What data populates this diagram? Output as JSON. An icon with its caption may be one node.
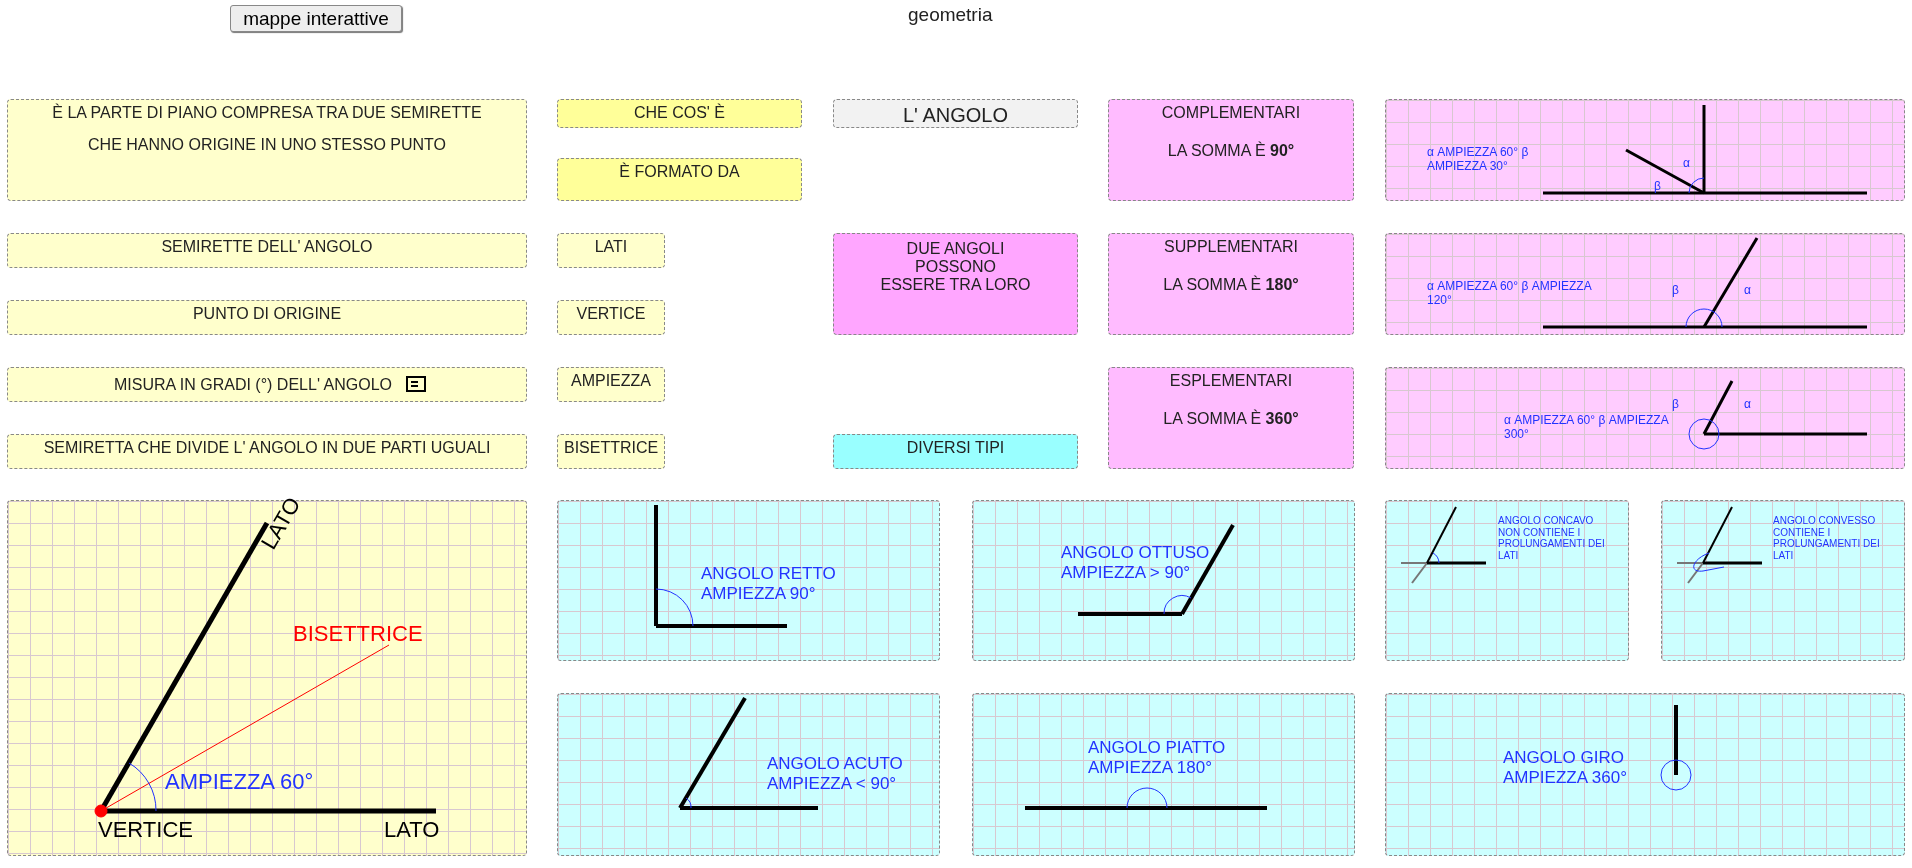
{
  "diagram": {
    "nodes": [
      {
        "text": [
          "È LA PARTE DI PIANO COMPRESA TRA DUE SEMIRETTE",
          "CHE HANNO ORIGINE IN UNO STESSO PUNTO"
        ]
      },
      {
        "text": [
          "CHE COS' È"
        ]
      },
      {
        "text": [
          "L' ANGOLO"
        ]
      },
      {
        "text": [
          "COMPLEMENTARI",
          "LA SOMMA È **90°**"
        ]
      },
      {
        "text": [
          "α AMPIEZZA 60° β AMPIEZZA 30°",
          "α",
          "β"
        ]
      },
      {
        "text": [
          "È FORMATO DA"
        ]
      },
      {
        "text": [
          "SEMIRETTE DELL' ANGOLO"
        ]
      },
      {
        "text": [
          "LATI"
        ]
      },
      {
        "text": [
          "DUE ANGOLI POSSONO ESSERE TRA LORO"
        ]
      },
      {
        "text": [
          "SUPPLEMENTARI",
          "LA SOMMA È **180°**"
        ]
      },
      {
        "text": [
          "α AMPIEZZA 60° β AMPIEZZA 120°",
          "β",
          "α"
        ]
      },
      {
        "text": [
          "PUNTO DI ORIGINE"
        ]
      },
      {
        "text": [
          "VERTICE"
        ]
      },
      {
        "text": [
          "MISURA IN GRADI (°) DELL' ANGOLO"
        ]
      },
      {
        "text": [
          "AMPIEZZA"
        ]
      },
      {
        "text": [
          "ESPLEMENTARI",
          "LA SOMMA È **360°**"
        ]
      },
      {
        "text": [
          "β",
          "α",
          "α AMPIEZZA 60° β AMPIEZZA 300°"
        ]
      },
      {
        "text": [
          "SEMIRETTA CHE DIVIDE L' ANGOLO IN DUE PARTI UGUALI"
        ]
      },
      {
        "text": [
          "BISETTRICE"
        ]
      },
      {
        "text": [
          "DIVERSI TIPI"
        ]
      },
      {
        "text": [
          "LATO",
          "BISETTRICE",
          "AMPIEZZA 60°",
          "VERTICE",
          "LATO"
        ]
      },
      {
        "text": [
          "ANGOLO RETTO AMPIEZZA 90°"
        ]
      },
      {
        "text": [
          "ANGOLO OTTUSO AMPIEZZA > 90°"
        ]
      },
      {
        "text": [
          "ANGOLO CONCAVO NON CONTIENE I PROLUNGAMENTI DEI LATI"
        ]
      },
      {
        "text": [
          "ANGOLO CONVESSO CONTIENE I PROLUNGAMENTI DEI LATI"
        ]
      },
      {
        "text": [
          "ANGOLO ACUTO AMPIEZZA < 90°"
        ]
      },
      {
        "text": [
          "ANGOLO PIATTO AMPIEZZA 180°"
        ]
      },
      {
        "text": [
          "ANGOLO GIRO AMPIEZZA 360°"
        ]
      }
    ],
    "labels": [
      "mappe interattive",
      "geometria"
    ]
  }
}
